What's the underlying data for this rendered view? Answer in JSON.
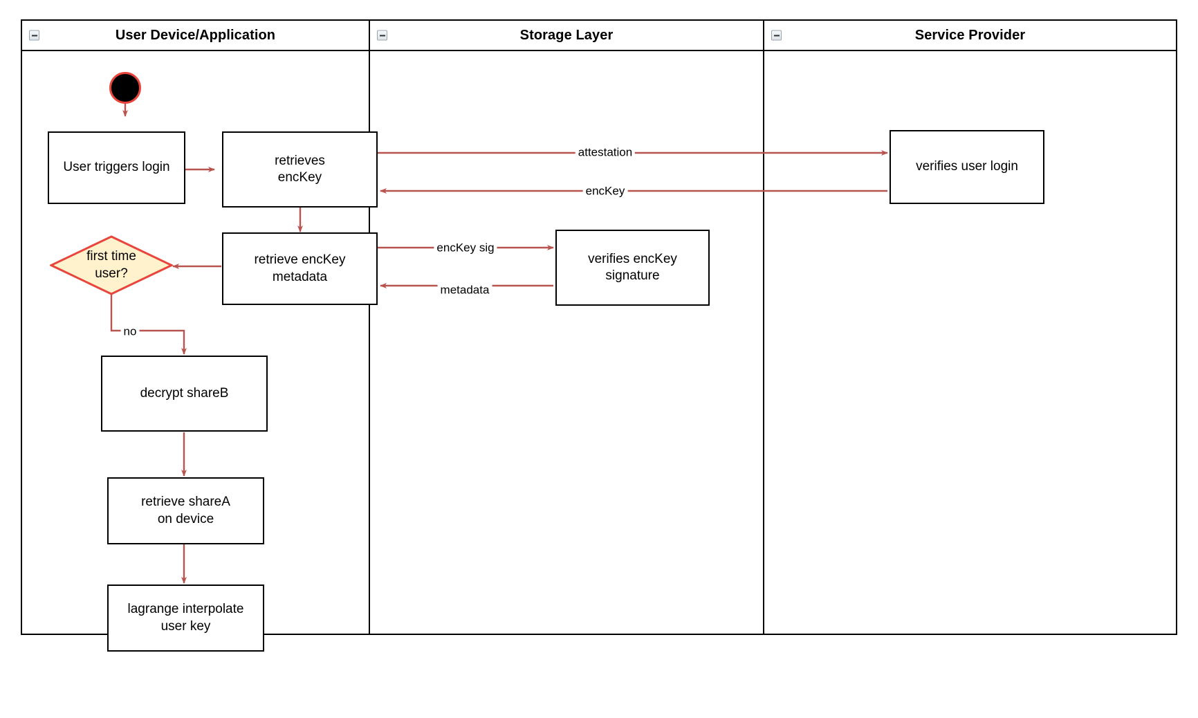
{
  "diagram": {
    "type": "swimlane-activity-diagram",
    "accent_edge_color": "#b85450",
    "node_border_color": "#000000",
    "decision_fill_color": "#ffF2CC",
    "decision_border_color": "#e8453c",
    "start_node_fill": "#000000",
    "start_node_ring": "#e8453c"
  },
  "lanes": [
    {
      "id": "user-device",
      "title": "User Device/Application",
      "collapse_icon": "collapse-minus-icon"
    },
    {
      "id": "storage-layer",
      "title": "Storage Layer",
      "collapse_icon": "collapse-minus-icon"
    },
    {
      "id": "service-provider",
      "title": "Service Provider",
      "collapse_icon": "collapse-minus-icon"
    }
  ],
  "nodes": {
    "start": {
      "name": "start-node",
      "label": ""
    },
    "user_triggers_login": {
      "label": "User triggers login"
    },
    "retrieves_enckey": {
      "label": "retrieves\nencKey"
    },
    "retrieve_enckey_metadata": {
      "label": "retrieve encKey\nmetadata"
    },
    "first_time_user": {
      "label": "first time\nuser?"
    },
    "decrypt_shareb": {
      "label": "decrypt shareB"
    },
    "retrieve_sharea": {
      "label": "retrieve shareA\non device"
    },
    "lagrange_interpolate": {
      "label": "lagrange interpolate\nuser key"
    },
    "verifies_enckey_signature": {
      "label": "verifies encKey\nsignature"
    },
    "verifies_user_login": {
      "label": "verifies user login"
    }
  },
  "edge_labels": {
    "attestation": "attestation",
    "enckey": "encKey",
    "enckey_sig": "encKey sig",
    "metadata": "metadata",
    "no": "no"
  }
}
